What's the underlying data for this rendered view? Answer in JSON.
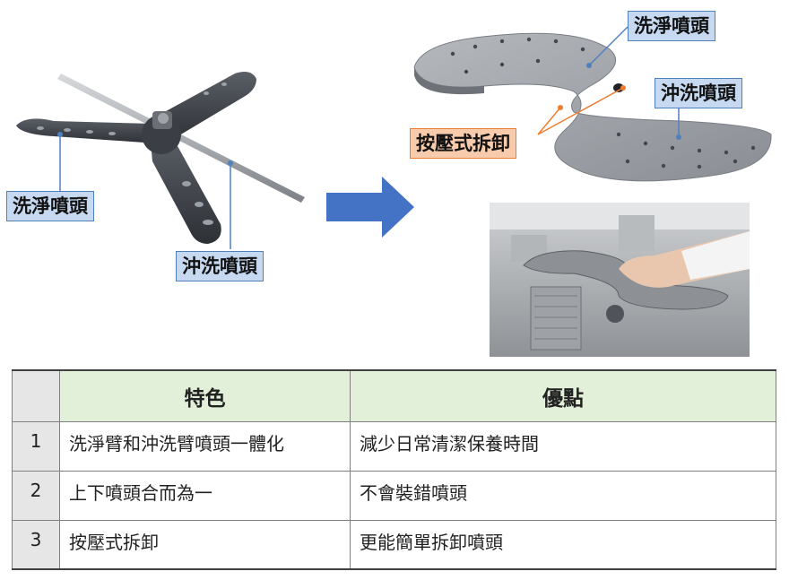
{
  "left_figure": {
    "wash_label": "洗淨噴頭",
    "rinse_label": "沖洗噴頭"
  },
  "right_figure": {
    "wash_label": "洗淨噴頭",
    "rinse_label": "沖洗噴頭",
    "press_label": "按壓式拆卸"
  },
  "table": {
    "headers": [
      "",
      "特色",
      "優點"
    ],
    "rows": [
      {
        "index": "1",
        "feature": "洗淨臂和沖洗臂噴頭一體化",
        "advantage": "減少日常清潔保養時間"
      },
      {
        "index": "2",
        "feature": "上下噴頭合而為一",
        "advantage": "不會裝錯噴頭"
      },
      {
        "index": "3",
        "feature": "按壓式拆卸",
        "advantage": "更能簡單拆卸噴頭"
      }
    ]
  },
  "colors": {
    "label_blue_fill": "#c6d9f1",
    "label_blue_border": "#4f81bd",
    "label_orange_fill": "#f8cbad",
    "label_orange_border": "#ed7d31",
    "arrow": "#4472c4",
    "header_green": "#e2efd9",
    "index_gray": "#e7e6e6"
  }
}
